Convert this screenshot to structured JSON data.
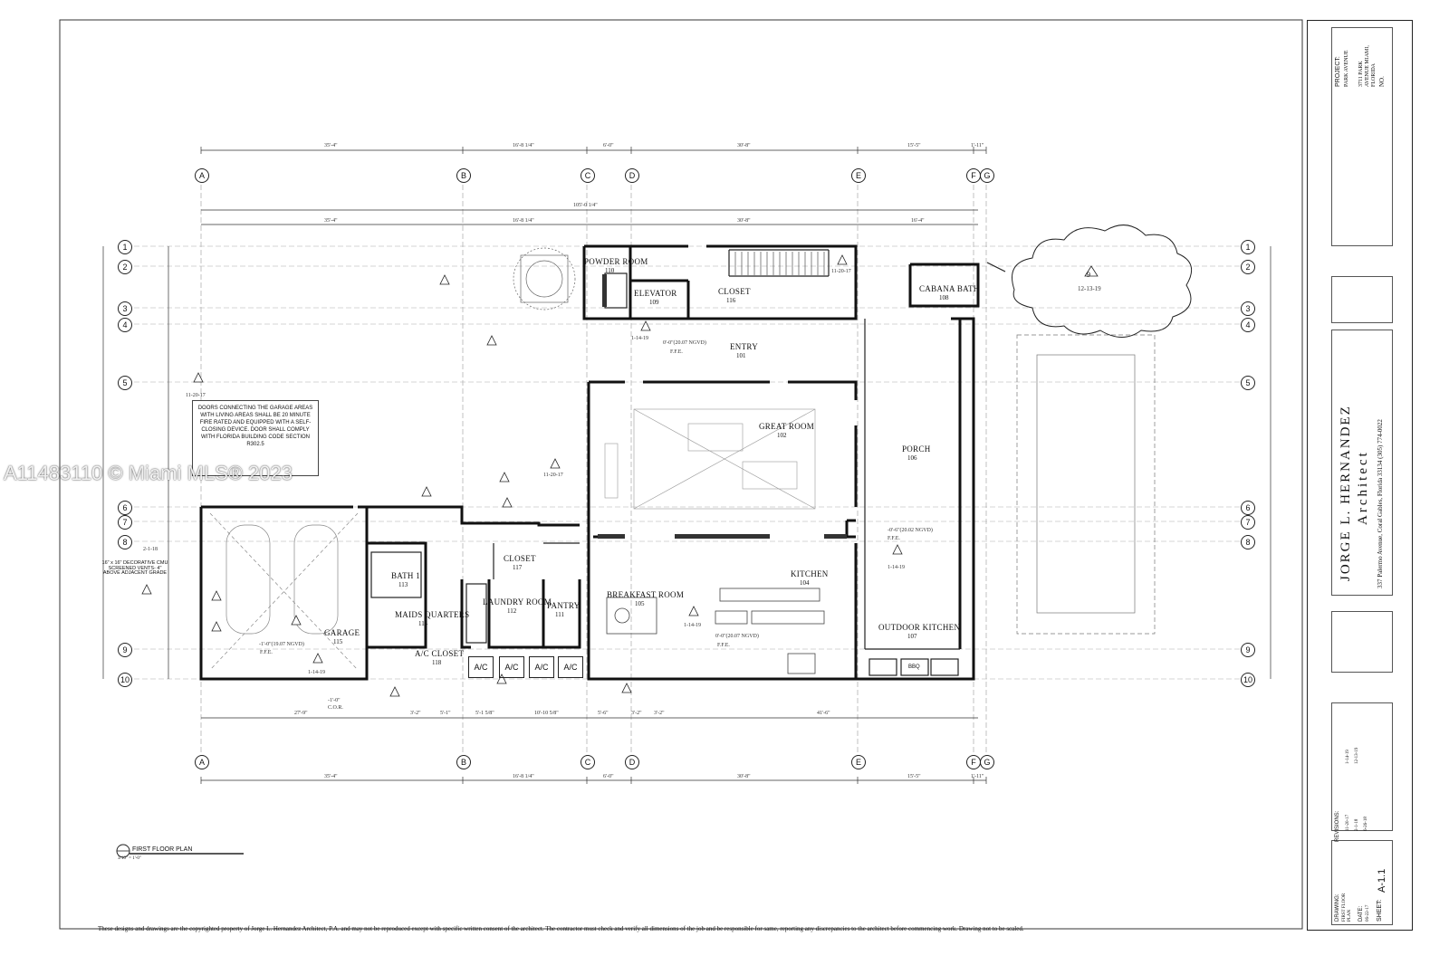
{
  "watermark": "A11483110 © Miami MLS® 2023",
  "drawing_title": "FIRST FLOOR PLAN",
  "drawing_scale": "3/16\" = 1'-0\"",
  "grid_letters": [
    "A",
    "B",
    "C",
    "D",
    "E",
    "F",
    "G"
  ],
  "grid_numbers": [
    "1",
    "2",
    "3",
    "4",
    "5",
    "6",
    "7",
    "8",
    "9",
    "10"
  ],
  "top_dims_row1": [
    "35'-4\"",
    "16'-8 1/4\"",
    "6'-0\"",
    "30'-8\"",
    "15'-5\"",
    "1'-11\""
  ],
  "overall_dim": "105'-0 1/4\"",
  "top_dims_row2": [
    "35'-4\"",
    "16'-8 1/4\"",
    "30'-8\"",
    "16'-4\""
  ],
  "bottom_dims_row": [
    "27'-9\"",
    "3'-2\"",
    "5'-1\"",
    "5'-1 5/8\"",
    "10'-10 5/8\"",
    "5'-6\"",
    "3'-2\"",
    "3'-2\"",
    "41'-6\""
  ],
  "bottom_dims_row2": [
    "35'-4\"",
    "16'-8 1/4\"",
    "6'-0\"",
    "30'-8\"",
    "15'-5\"",
    "1'-11\""
  ],
  "rooms": [
    {
      "name": "POWDER ROOM",
      "num": "110"
    },
    {
      "name": "ELEVATOR",
      "num": "109"
    },
    {
      "name": "CLOSET",
      "num": "116"
    },
    {
      "name": "CABANA BATH",
      "num": "108"
    },
    {
      "name": "ENTRY",
      "num": "101"
    },
    {
      "name": "GREAT ROOM",
      "num": "102"
    },
    {
      "name": "PORCH",
      "num": "106"
    },
    {
      "name": "CLOSET",
      "num": "117"
    },
    {
      "name": "BATH 1",
      "num": "113"
    },
    {
      "name": "MAIDS QUARTERS",
      "num": "114"
    },
    {
      "name": "LAUNDRY ROOM",
      "num": "112"
    },
    {
      "name": "PANTRY",
      "num": "111"
    },
    {
      "name": "BREAKFAST ROOM",
      "num": "105"
    },
    {
      "name": "KITCHEN",
      "num": "104"
    },
    {
      "name": "OUTDOOR KITCHEN",
      "num": "107"
    },
    {
      "name": "GARAGE",
      "num": "115"
    },
    {
      "name": "A/C CLOSET",
      "num": "118"
    }
  ],
  "ac_units": [
    "A/C",
    "A/C",
    "A/C",
    "A/C"
  ],
  "bbq": "BBQ",
  "ffe_labels": [
    "0'-0\"(20.07 NGVD)",
    "0'-0\"(20.07 NGVD)",
    "-0'-6\"(20.02 NGVD)",
    "-1'-0\"(19.07 NGVD)"
  ],
  "ffe_tag": "F.F.E.",
  "cor_label": "C.O.R.",
  "cor_value": "-1'-0\"",
  "garage_note": "DOORS CONNECTING THE GARAGE AREAS WITH LIVING AREAS SHALL BE 20 MINUTE FIRE RATED AND EQUIPPED WITH A SELF-CLOSING DEVICE. DOOR SHALL COMPLY WITH FLORIDA BUILDING CODE SECTION R302.5",
  "vent_note": "16\" x 16\" DECORATIVE CMU SCREENED VENTS- 4\" ABOVE ADJACENT GRADE",
  "revision_dates": [
    "11-20-17",
    "2-1-18",
    "1-14-19",
    "12-13-19",
    "6-26-18"
  ],
  "cloud_tag": {
    "num": "9",
    "date": "12-13-19"
  },
  "title_block": {
    "architect_name": "JORGE L. HERNANDEZ",
    "architect_sub": "Architect",
    "address": "337 Palermo Avenue, Coral Gables, Florida 33134 (305) 774-0022",
    "project_label": "PROJECT:",
    "project_name": "PARK AVENUE",
    "project_address": "3711 PARK AVENUE MIAMI, FLORIDA",
    "no_label": "NO.",
    "revisions_label": "REVISIONS:",
    "drawing_label": "DRAWING:",
    "drawing_value": "FIRST FLOOR PLAN",
    "date_label": "DATE:",
    "date_value": "06-22-17",
    "sheet_label": "SHEET:",
    "sheet_value": "A-1.1"
  },
  "footer_note": "These designs and drawings are the copyrighted property of Jorge L. Hernandez Architect, P.A. and may not be reproduced except with specific written consent of the architect. The contractor must check and verify all dimensions of the job and be responsible for same, reporting any discrepancies to the architect before commencing work. Drawing not to be scaled."
}
